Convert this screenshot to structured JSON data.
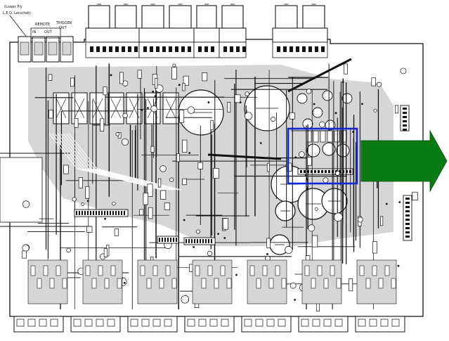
{
  "top_left_labels": {
    "line1": "(Lower Fly",
    "line2": "L.E.D. Lens(tab)"
  },
  "remote_labels": {
    "remote": "REMOTE",
    "trigger": "TRIGGER",
    "out": "OUT",
    "in": "IN",
    "out2": "OUT"
  },
  "highlight_color": "#1428d2",
  "arrow_color": "#0a7a14",
  "board_fill": "#d6d6d6",
  "trace_color": "#111111"
}
